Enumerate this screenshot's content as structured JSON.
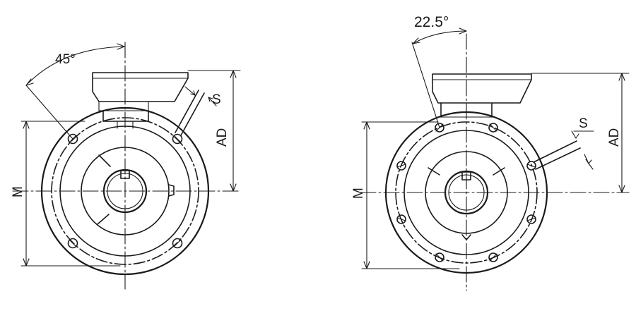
{
  "views": [
    {
      "name": "4-hole flange view",
      "labels": {
        "angle": "45°",
        "slot": "S",
        "height": "AD",
        "pcd": "M"
      }
    },
    {
      "name": "8-hole flange view",
      "labels": {
        "angle": "22.5°",
        "slot": "S",
        "height": "AD",
        "pcd": "M"
      }
    }
  ]
}
